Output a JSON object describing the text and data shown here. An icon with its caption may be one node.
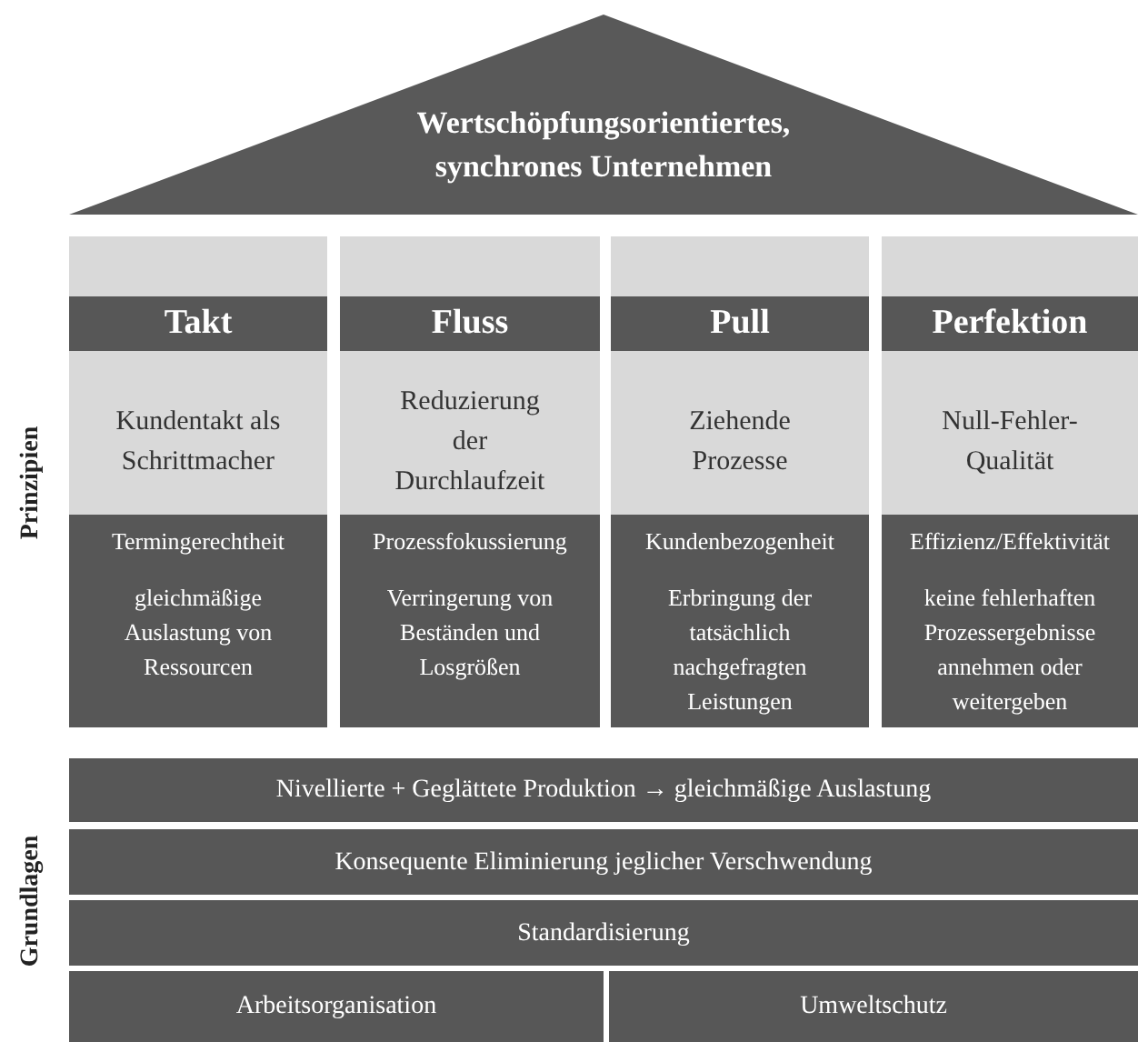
{
  "diagram": {
    "nodes": [
      {
        "text": [
          "Wertschöpfungsorientiertes, synchrones Unternehmen"
        ]
      },
      {
        "text": [
          "Kundentakt als Schrittmacher"
        ]
      },
      {
        "text": [
          "Takt"
        ],
        "in": 1
      },
      {
        "text": [
          "Termingerechtheit",
          "gleichmäßige Auslastung von Ressourcen"
        ],
        "in": 1
      },
      {
        "text": [
          "Reduzierung der Durchlaufzeit"
        ]
      },
      {
        "text": [
          "Fluss"
        ],
        "in": 4
      },
      {
        "text": [
          "Prozessfokussierung",
          "Verringerung von Beständen und Losgrößen"
        ],
        "in": 4
      },
      {
        "text": [
          "Ziehende Prozesse"
        ]
      },
      {
        "text": [
          "Pull"
        ],
        "in": 7
      },
      {
        "text": [
          "Kundenbezogenheit",
          "Erbringung der tatsächlich nachgefragten Leistungen"
        ],
        "in": 7
      },
      {
        "text": [
          "Null-Fehler-Qualität"
        ]
      },
      {
        "text": [
          "Perfektion"
        ],
        "in": 10
      },
      {
        "text": [
          "Effizienz/Effektivität",
          "keine fehlerhaften Prozessergebnisse annehmen oder weitergeben"
        ],
        "in": 10
      },
      {
        "text": [
          "Nivellierte + Geglättete Produktion → gleichmäßige Auslastung"
        ]
      },
      {
        "text": [
          "Konsequente Eliminierung jeglicher Verschwendung"
        ]
      },
      {
        "text": [
          "Standardisierung"
        ]
      },
      {
        "text": [
          "Arbeitsorganisation"
        ]
      },
      {
        "text": [
          "Umweltschutz"
        ]
      }
    ],
    "labels": [
      "Prinzipien",
      "Grundlagen"
    ]
  }
}
